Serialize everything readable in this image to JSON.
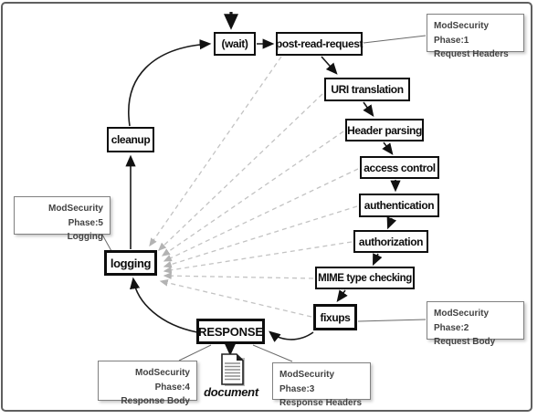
{
  "nodes": {
    "wait": "(wait)",
    "post_read_request": "post-read-request",
    "uri_translation": "URI translation",
    "header_parsing": "Header parsing",
    "access_control": "access control",
    "authentication": "authentication",
    "authorization": "authorization",
    "mime_type_checking": "MIME type checking",
    "fixups": "fixups",
    "response": "RESPONSE",
    "logging": "logging",
    "cleanup": "cleanup"
  },
  "annotations": {
    "phase1": {
      "line1": "ModSecurity Phase:1",
      "line2": "Request Headers"
    },
    "phase2": {
      "line1": "ModSecurity Phase:2",
      "line2": "Request Body"
    },
    "phase3": {
      "line1": "ModSecurity Phase:3",
      "line2": "Response Headers"
    },
    "phase4": {
      "line1": "ModSecurity Phase:4",
      "line2": "Response Body"
    },
    "phase5": {
      "line1": "ModSecurity Phase:5",
      "line2": "Logging"
    }
  },
  "document_label": "document",
  "colors": {
    "node_border": "#0d0d0d",
    "annotation_border": "#808080",
    "annotation_text": "#424242",
    "solid_arrow": "#1a1a1a",
    "thin_line": "#6a6a6a",
    "dashed_line": "#c3c3c3",
    "frame": "#5f5f5f"
  }
}
